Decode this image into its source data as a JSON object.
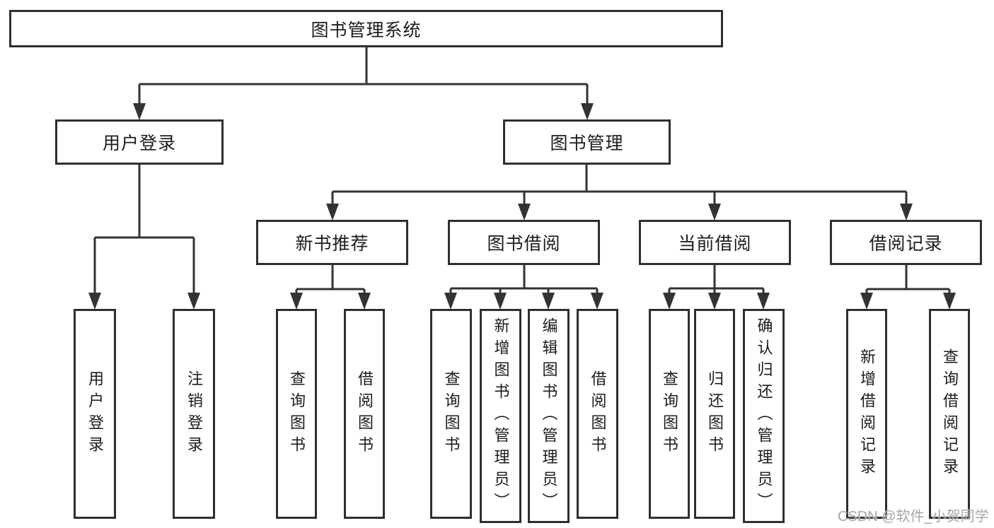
{
  "tree": {
    "root": {
      "label": "图书管理系统"
    },
    "branches": [
      {
        "label": "用户登录",
        "leaves": [
          {
            "label": "用户登录"
          },
          {
            "label": "注销登录"
          }
        ]
      },
      {
        "label": "图书管理",
        "sections": [
          {
            "label": "新书推荐",
            "leaves": [
              {
                "label": "查询图书"
              },
              {
                "label": "借阅图书"
              }
            ]
          },
          {
            "label": "图书借阅",
            "leaves": [
              {
                "label": "查询图书"
              },
              {
                "label": "新增图书（管理员）"
              },
              {
                "label": "编辑图书（管理员）"
              },
              {
                "label": "借阅图书"
              }
            ]
          },
          {
            "label": "当前借阅",
            "leaves": [
              {
                "label": "查询图书"
              },
              {
                "label": "归还图书"
              },
              {
                "label": "确认归还（管理员）"
              }
            ]
          },
          {
            "label": "借阅记录",
            "leaves": [
              {
                "label": "新增借阅记录"
              },
              {
                "label": "查询借阅记录"
              }
            ]
          }
        ]
      }
    ]
  },
  "watermark": "CSDN @软件_小贺同学",
  "colors": {
    "line": "#333333",
    "box_border": "#2f2f2f",
    "text": "#1c1c1c",
    "watermark": "#a6a6a6",
    "background": "#ffffff"
  }
}
